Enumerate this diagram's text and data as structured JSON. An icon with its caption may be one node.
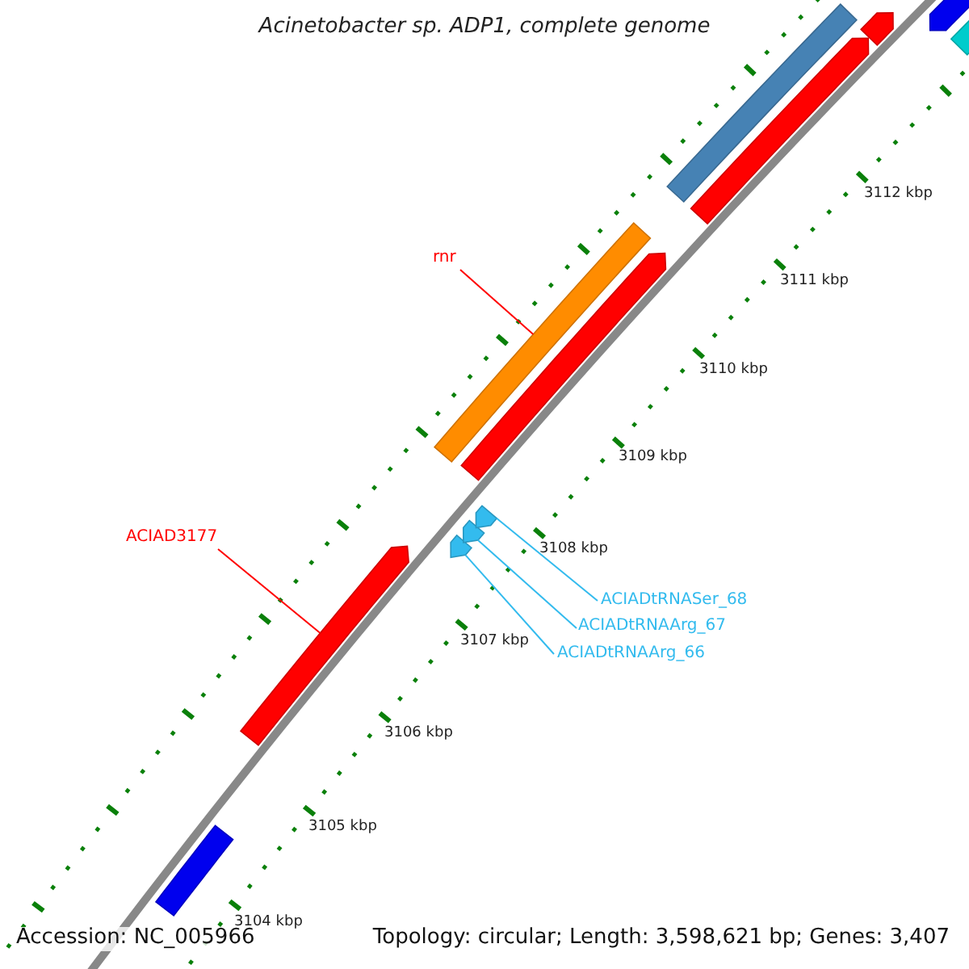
{
  "diagram": {
    "title": "Acinetobacter sp. ADP1, complete genome",
    "nodes": [
      {
        "text": [
          "rnr"
        ]
      },
      {
        "text": [],
        "shape": "bar"
      },
      {
        "text": [
          "ACIAD3177"
        ]
      },
      {
        "text": [],
        "shape": "arrow"
      },
      {
        "text": [
          "ACIADtRNASer_68"
        ]
      },
      {
        "text": [
          "ACIADtRNAArg_67"
        ]
      },
      {
        "text": [
          "ACIADtRNAArg_66"
        ]
      },
      {
        "text": [],
        "shape": "arrow"
      },
      {
        "text": [],
        "shape": "arrow"
      },
      {
        "text": [],
        "shape": "arrow"
      },
      {
        "text": [],
        "shape": "arrow"
      },
      {
        "text": [],
        "shape": "bar"
      },
      {
        "text": [],
        "shape": "arrow"
      },
      {
        "text": [],
        "shape": "arrow"
      },
      {
        "text": [],
        "shape": "arrow"
      },
      {
        "text": [],
        "shape": "bar"
      },
      {
        "text": [],
        "shape": "bar"
      }
    ],
    "edges": [
      {
        "from": 0,
        "to": 1,
        "arrow": "none",
        "color": "#ff0000"
      },
      {
        "from": 2,
        "to": 3,
        "arrow": "none",
        "color": "#ff0000"
      },
      {
        "from": 4,
        "to": 9,
        "arrow": "none"
      },
      {
        "from": 5,
        "to": 8,
        "arrow": "none"
      },
      {
        "from": 6,
        "to": 7,
        "arrow": "none"
      }
    ],
    "labels": [
      "3112 kbp",
      "3111 kbp",
      "3110 kbp",
      "3109 kbp",
      "3108 kbp",
      "3107 kbp",
      "3106 kbp",
      "3105 kbp",
      "3104 kbp",
      "Accession: NC_005966",
      "Topology: circular; Length: 3,598,621 bp; Genes: 3,407"
    ]
  }
}
